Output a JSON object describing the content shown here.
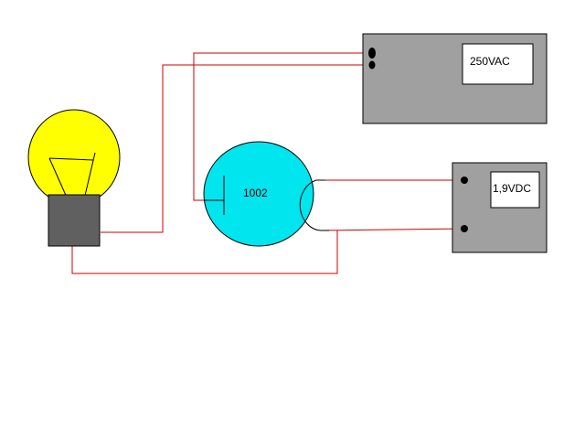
{
  "diagram": {
    "components": {
      "ac_source": {
        "label": "250VAC",
        "color": "#a0a0a0"
      },
      "dc_source": {
        "label": "1,9VDC",
        "color": "#a0a0a0"
      },
      "relay": {
        "label": "1002",
        "color": "#00e5ee"
      },
      "lamp": {
        "bulb_color": "#ffff00",
        "base_color": "#606060"
      }
    },
    "wire_color": "#cc0000"
  }
}
